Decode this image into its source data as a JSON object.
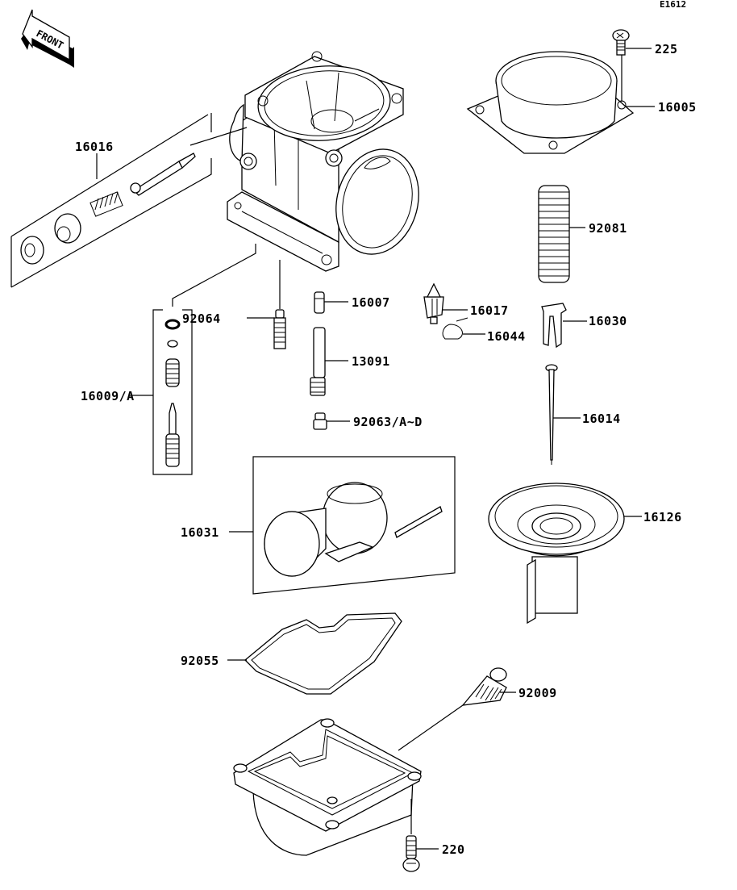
{
  "diagram": {
    "reference_code": "E1612",
    "orientation_label": "FRONT",
    "parts": [
      {
        "id": "225",
        "label": "225"
      },
      {
        "id": "16005",
        "label": "16005"
      },
      {
        "id": "16016",
        "label": "16016"
      },
      {
        "id": "92081",
        "label": "92081"
      },
      {
        "id": "92064",
        "label": "92064"
      },
      {
        "id": "16017",
        "label": "16017"
      },
      {
        "id": "16030",
        "label": "16030"
      },
      {
        "id": "16007",
        "label": "16007"
      },
      {
        "id": "16044",
        "label": "16044"
      },
      {
        "id": "13091",
        "label": "13091"
      },
      {
        "id": "16014",
        "label": "16014"
      },
      {
        "id": "92063",
        "label": "92063/A~D"
      },
      {
        "id": "16009",
        "label": "16009/A"
      },
      {
        "id": "16126",
        "label": "16126"
      },
      {
        "id": "16031",
        "label": "16031"
      },
      {
        "id": "92055",
        "label": "92055"
      },
      {
        "id": "92009",
        "label": "92009"
      },
      {
        "id": "220",
        "label": "220"
      }
    ]
  }
}
